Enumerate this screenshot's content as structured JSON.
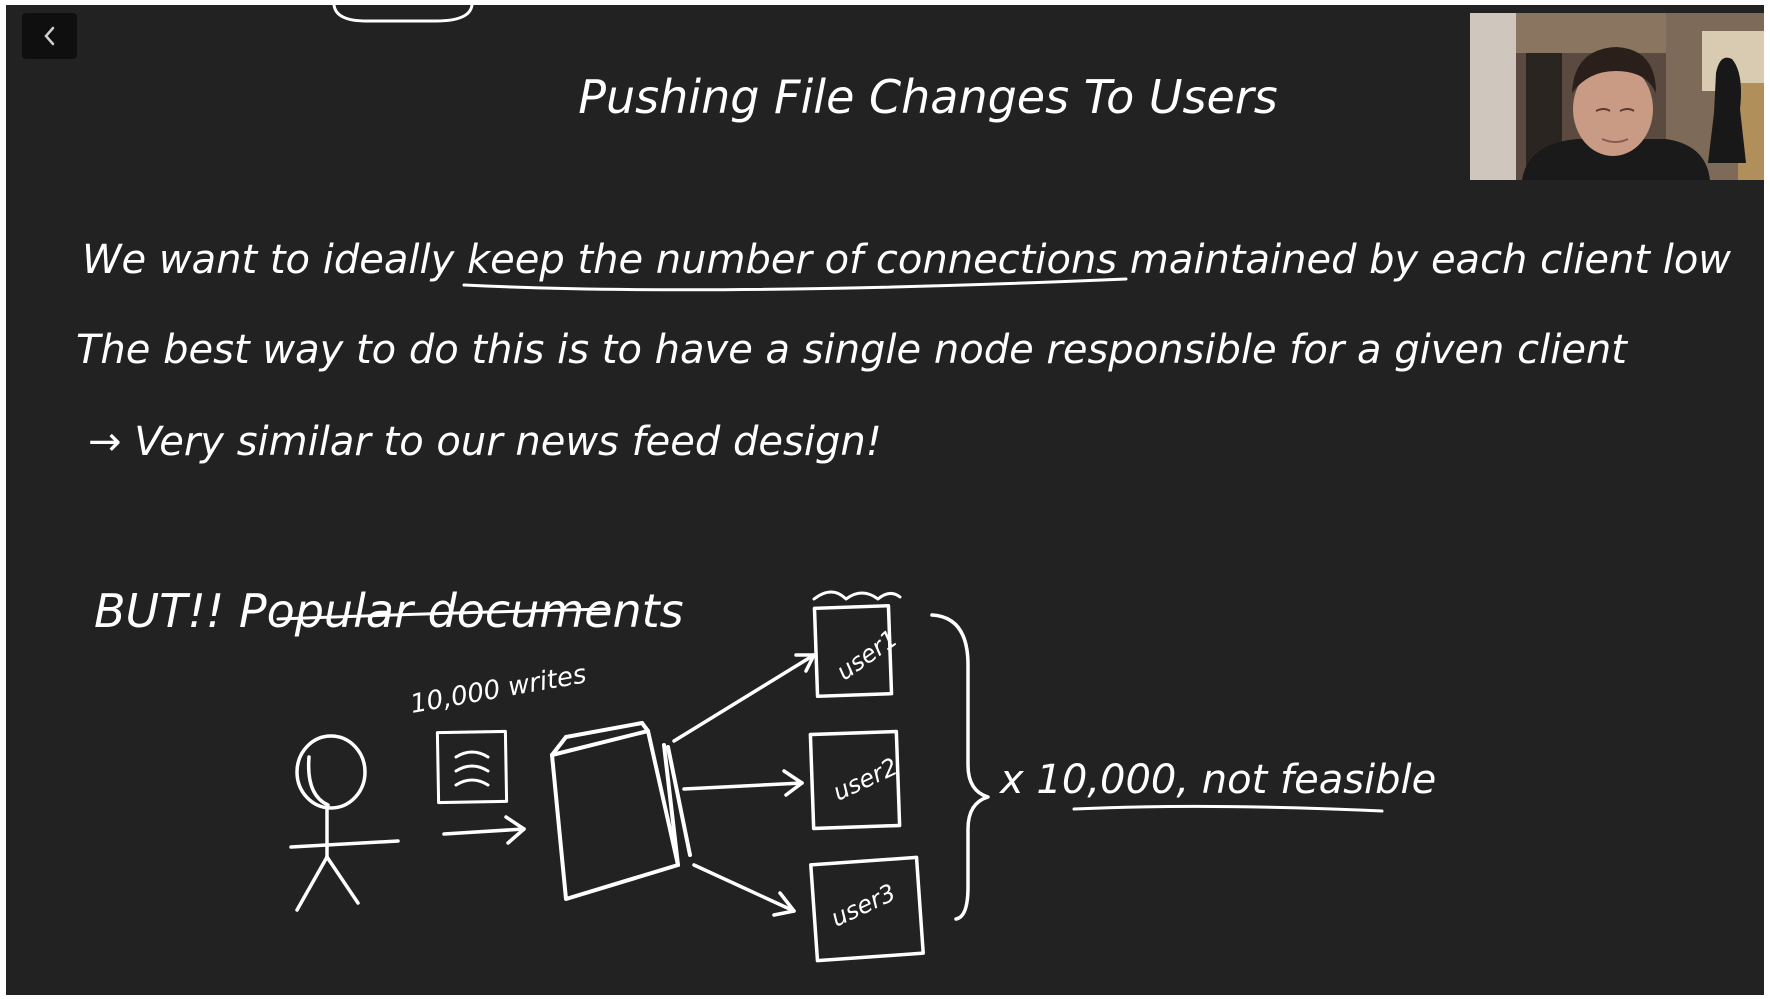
{
  "title": "Pushing File Changes To Users",
  "lines": [
    "We want to ideally keep the number of connections maintained by each client low",
    "The best way to do this is to have a single node responsible for a given client",
    "→ Very similar to our news feed design!"
  ],
  "section_heading": "BUT!! Popular documents",
  "diagram": {
    "writes_label": "10,000 writes",
    "users": [
      "user1",
      "user2",
      "user3"
    ],
    "conclusion": "x 10,000, not feasible"
  },
  "icons": {
    "back": "chevron-left-icon",
    "person": "stick-figure-icon",
    "document": "document-icon",
    "server": "server-box-icon"
  },
  "colors": {
    "board": "#222222",
    "ink": "#ffffff",
    "frame": "#ffffff"
  }
}
